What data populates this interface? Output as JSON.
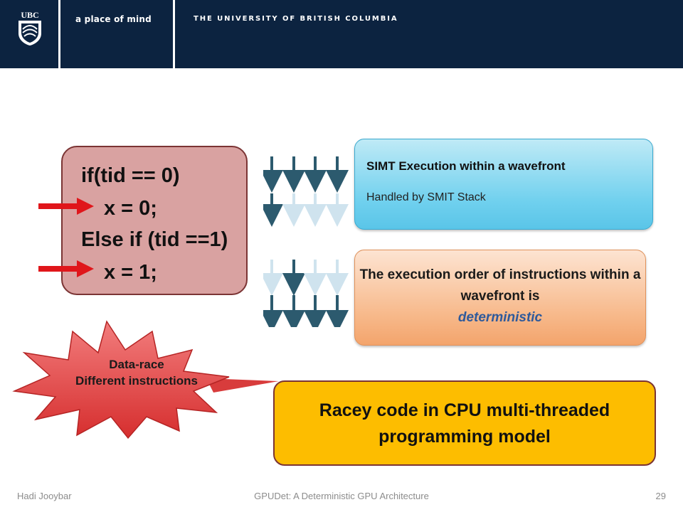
{
  "header": {
    "logo_text": "UBC",
    "tagline": "a place of mind",
    "university": "THE UNIVERSITY OF BRITISH COLUMBIA",
    "background": "#0c2340"
  },
  "code": {
    "lines": [
      "if(tid == 0)",
      "x = 0;",
      "Else if (tid ==1)",
      "x = 1;"
    ],
    "box_color": "#d9a2a1"
  },
  "simt": {
    "title": "SIMT Execution within a wavefront",
    "subtitle": "Handled by SMIT Stack"
  },
  "order": {
    "text_before": "The execution order of instructions  within a wavefront is",
    "emphasis": "deterministic"
  },
  "burst": {
    "line1": "Data-race",
    "line2": "Different  instructions"
  },
  "racey": {
    "line1": "Racey code in CPU multi-threaded",
    "line2": "programming model",
    "color": "#fdbd00"
  },
  "footer": {
    "author": "Hadi Jooybar",
    "title": "GPUDet: A Deterministic GPU Architecture",
    "page": "29"
  }
}
